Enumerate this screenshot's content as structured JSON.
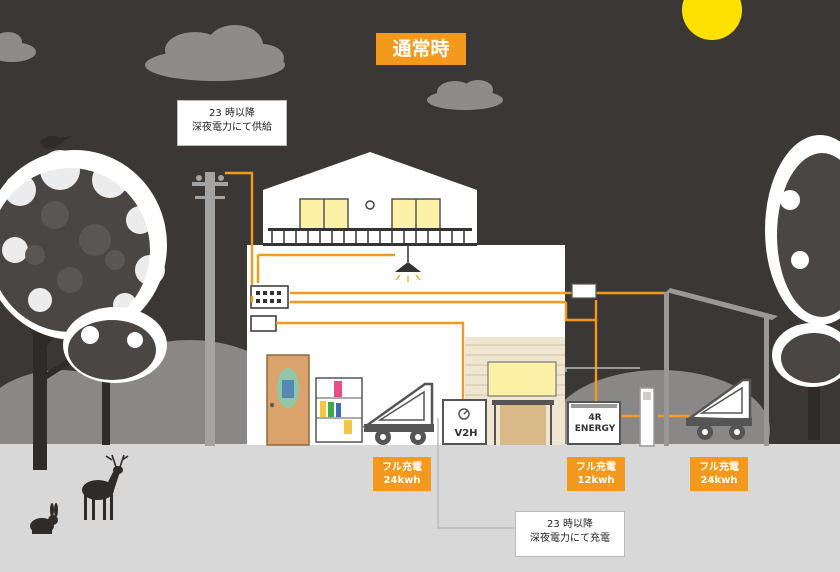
{
  "title": "通常時",
  "notes": {
    "top": [
      "23 時以降",
      "深夜電力にて供給"
    ],
    "bottom": [
      "23 時以降",
      "深夜電力にて充電"
    ]
  },
  "badges": [
    [
      "フル充電",
      "24kwh"
    ],
    [
      "フル充電",
      "12kwh"
    ],
    [
      "フル充電",
      "24kwh"
    ]
  ],
  "devices": {
    "v2h": "V2H",
    "storage": [
      "4R",
      "ENERGY"
    ]
  },
  "colors": {
    "night_sky": "#3b3735",
    "ground": "#d8d8d8",
    "flow_orange": "#f39a1e",
    "moon": "#ffe100",
    "window_light": "#fdf1a6"
  },
  "icons": [
    "moon-icon",
    "cloud-icon",
    "bird-icon",
    "deer-icon",
    "rabbit-icon",
    "utility-pole-icon",
    "ceiling-lamp-icon",
    "distribution-board-icon",
    "ev-car-icon",
    "ev-charger-icon"
  ]
}
